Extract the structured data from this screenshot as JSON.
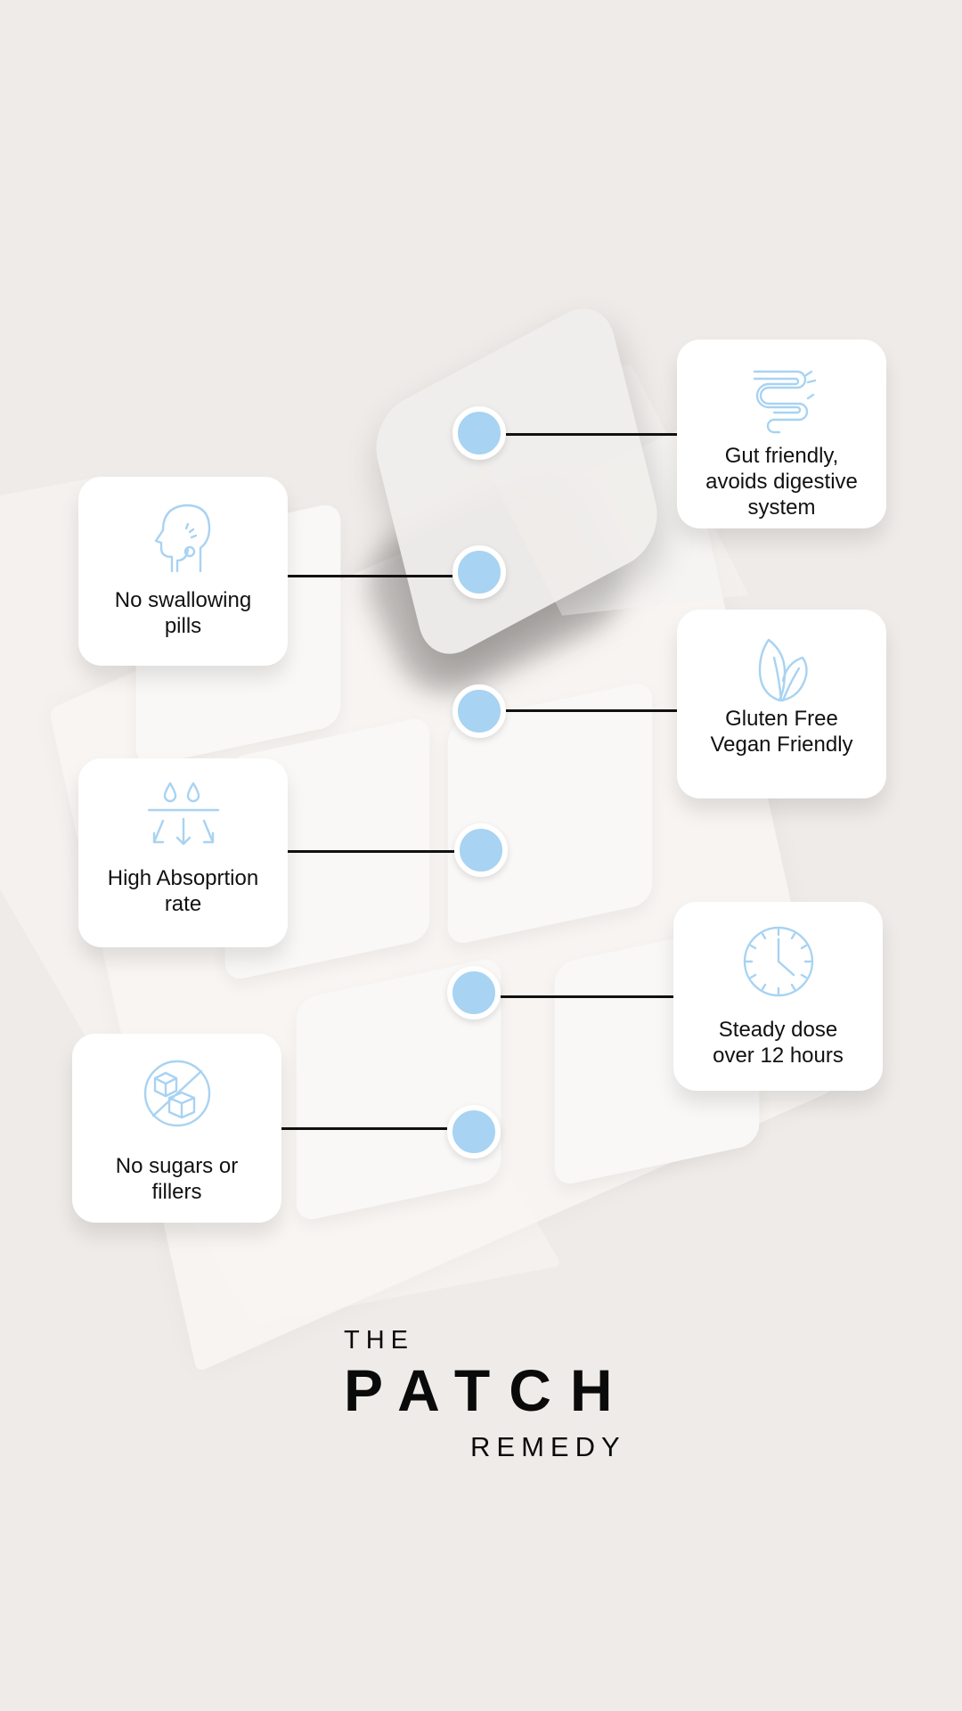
{
  "features": [
    {
      "label": "Gut friendly,\navoids digestive\nsystem",
      "icon": "intestine-icon"
    },
    {
      "label": "No swallowing\npills",
      "icon": "head-swallow-icon"
    },
    {
      "label": "Gluten Free\nVegan Friendly",
      "icon": "leaf-icon"
    },
    {
      "label": "High Absoprtion\nrate",
      "icon": "absorption-drops-icon"
    },
    {
      "label": "Steady dose\nover 12 hours",
      "icon": "clock-icon"
    },
    {
      "label": "No sugars or\nfillers",
      "icon": "no-sugar-cubes-icon"
    }
  ],
  "brand": {
    "the": "THE",
    "patch": "PATCH",
    "remedy": "REMEDY"
  },
  "colors": {
    "background": "#efebe8",
    "accent": "#a8d3f2",
    "card": "#ffffff",
    "text": "#111111"
  }
}
